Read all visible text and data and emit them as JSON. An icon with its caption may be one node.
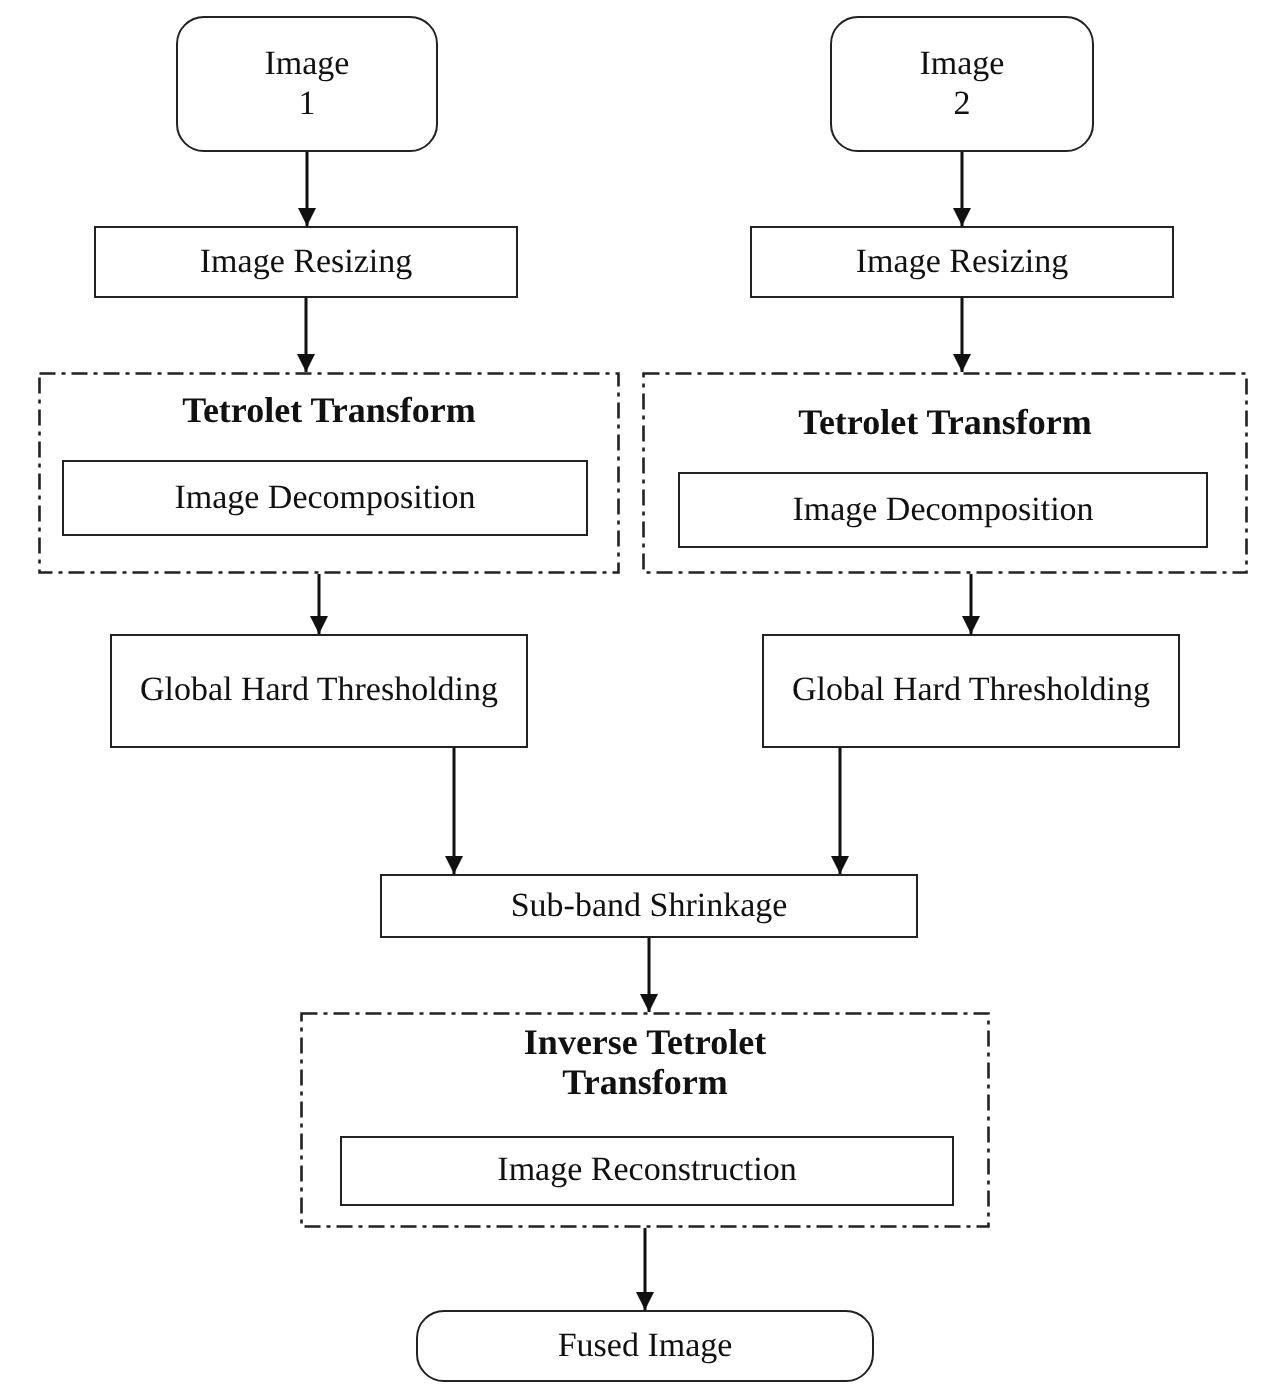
{
  "diagram": {
    "nodes": [
      {
        "text": [
          "Image 1"
        ]
      },
      {
        "text": [
          "Image 2"
        ]
      },
      {
        "text": [
          "Image Resizing"
        ]
      },
      {
        "text": [
          "Image Resizing"
        ]
      },
      {
        "text": [
          "Tetrolet Transform"
        ]
      },
      {
        "text": [
          "Image Decomposition"
        ],
        "in": 4
      },
      {
        "text": [
          "Tetrolet Transform"
        ]
      },
      {
        "text": [
          "Image Decomposition"
        ],
        "in": 6
      },
      {
        "text": [
          "Global Hard Thresholding"
        ]
      },
      {
        "text": [
          "Global Hard Thresholding"
        ]
      },
      {
        "text": [
          "Sub-band Shrinkage"
        ]
      },
      {
        "text": [
          "Inverse Tetrolet Transform"
        ]
      },
      {
        "text": [
          "Image Reconstruction"
        ],
        "in": 11
      },
      {
        "text": [
          "Fused Image"
        ]
      }
    ],
    "edges": [
      {
        "from": 0,
        "to": 2,
        "arrow": "to"
      },
      {
        "from": 1,
        "to": 3,
        "arrow": "to"
      },
      {
        "from": 2,
        "to": 4,
        "arrow": "to"
      },
      {
        "from": 3,
        "to": 6,
        "arrow": "to"
      },
      {
        "from": 4,
        "to": 8,
        "arrow": "to"
      },
      {
        "from": 6,
        "to": 9,
        "arrow": "to"
      },
      {
        "from": 8,
        "to": 10,
        "arrow": "to"
      },
      {
        "from": 9,
        "to": 10,
        "arrow": "to"
      },
      {
        "from": 10,
        "to": 11,
        "arrow": "to"
      },
      {
        "from": 11,
        "to": 13,
        "arrow": "to"
      }
    ]
  }
}
